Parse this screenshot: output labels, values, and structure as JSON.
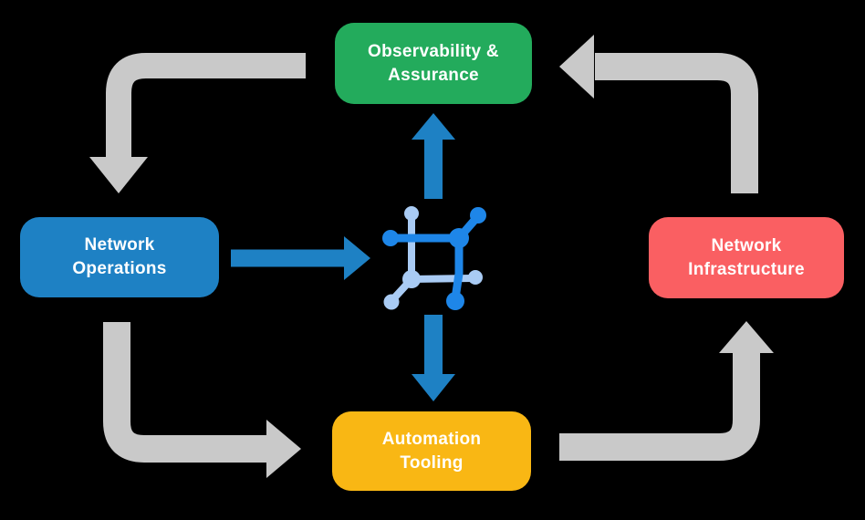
{
  "diagram": {
    "nodes": {
      "observability": {
        "line1": "Observability &",
        "line2": "Assurance",
        "color": "#23ab5c"
      },
      "operations": {
        "line1": "Network",
        "line2": "Operations",
        "color": "#1e81c4"
      },
      "infrastructure": {
        "line1": "Network",
        "line2": "Infrastructure",
        "color": "#fa5f62"
      },
      "tooling": {
        "line1": "Automation",
        "line2": "Tooling",
        "color": "#f9b714"
      }
    },
    "flows": [
      {
        "from": "observability",
        "to": "operations",
        "style": "gray-elbow",
        "direction": "down"
      },
      {
        "from": "operations",
        "to": "tooling",
        "style": "gray-elbow",
        "direction": "right"
      },
      {
        "from": "tooling",
        "to": "infrastructure",
        "style": "gray-elbow",
        "direction": "up"
      },
      {
        "from": "infrastructure",
        "to": "observability",
        "style": "gray-elbow",
        "direction": "left"
      },
      {
        "from": "operations",
        "to": "center-icon",
        "style": "blue-straight",
        "direction": "right"
      },
      {
        "from": "center-icon",
        "to": "observability",
        "style": "blue-straight",
        "direction": "up"
      },
      {
        "from": "center-icon",
        "to": "tooling",
        "style": "blue-straight",
        "direction": "down"
      }
    ],
    "center_icon": {
      "name": "network-fabric-icon"
    },
    "colors": {
      "background": "#000000",
      "arrow_gray": "#c9c9c9",
      "arrow_blue": "#1e81c4",
      "icon_blue_dark": "#1e86e8",
      "icon_blue_light": "#a9cbf4",
      "label_text": "#ffffff"
    }
  }
}
